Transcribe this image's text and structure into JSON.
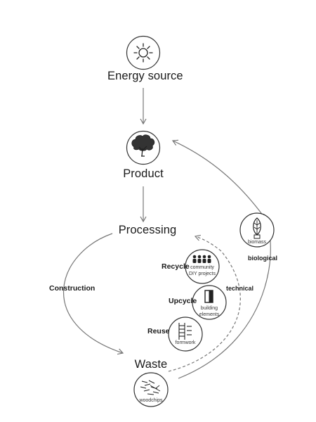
{
  "nodes": {
    "energy_source": {
      "label": "Energy source",
      "icon": "sun-icon"
    },
    "product": {
      "label": "Product",
      "icon": "tree-icon"
    },
    "processing": {
      "label": "Processing"
    },
    "waste": {
      "label": "Waste",
      "icon": "woodchips-icon",
      "icon_caption": "woodchips"
    },
    "biomass": {
      "icon": "leaf-bulb-icon",
      "icon_caption": "biomass"
    },
    "community": {
      "icon": "people-icon",
      "icon_caption_line1": "community",
      "icon_caption_line2": "DIY projects"
    },
    "building": {
      "icon": "door-icon",
      "icon_caption_line1": "building",
      "icon_caption_line2": "elements"
    },
    "formwork": {
      "icon": "ladder-icon",
      "icon_caption": "formwork"
    }
  },
  "edges": {
    "construction": "Construction",
    "recycle": "Recycle",
    "upcycle": "Upcycle",
    "reuse": "Reuse",
    "technical": "technical",
    "biological": "biological"
  },
  "colors": {
    "line": "#777777",
    "stroke": "#333333",
    "text": "#1a1a1a"
  }
}
